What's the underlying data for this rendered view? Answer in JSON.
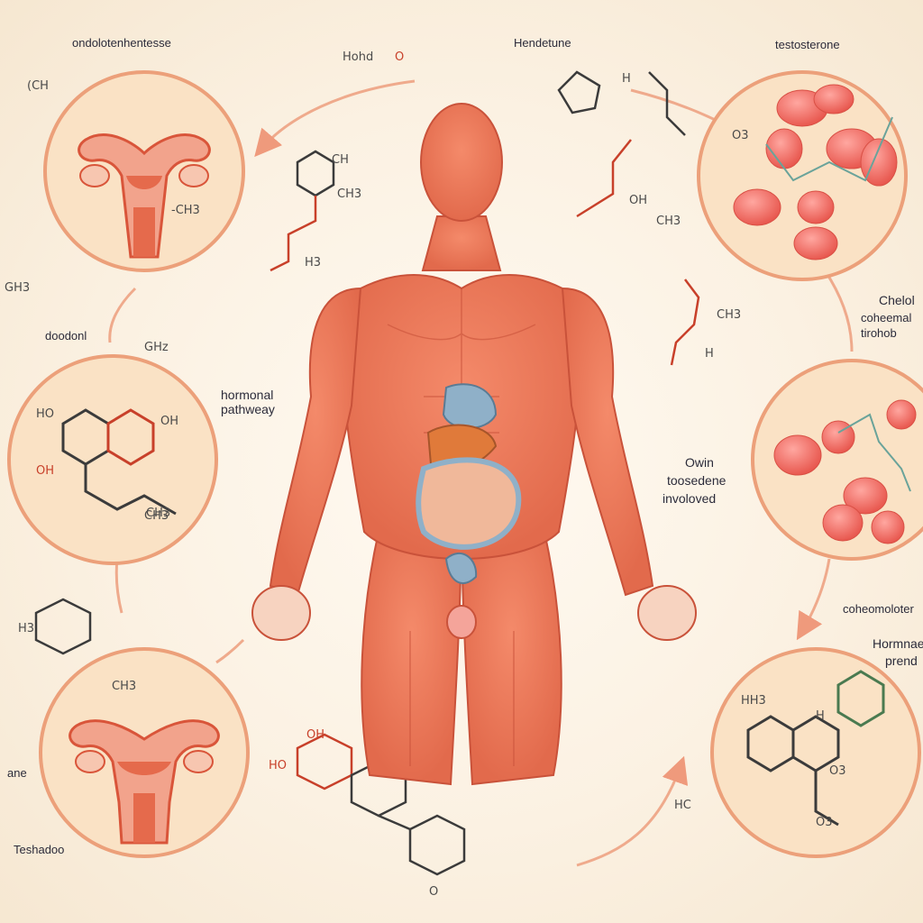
{
  "labels": {
    "top_left": "ondolotenhentesse",
    "top_center": "Hendetune",
    "top_right": "testosterone",
    "left_mid": "doodonl",
    "center_left": "hormonal\npathweay",
    "right_mid_a": "Owin",
    "right_mid_b": "toosedene",
    "right_mid_c": "involoved",
    "right_upper_a": "Chelol",
    "right_upper_b": "coheemal",
    "right_upper_c": "tirohob",
    "right_lower": "coheomoloter",
    "right_bottom_a": "Hormnae",
    "right_bottom_b": "prend",
    "bottom_left": "Teshadoo",
    "left_lower": "ane"
  },
  "chem_text": {
    "t1": "(CH",
    "t2": "Hohd",
    "t3": "O",
    "t4": "CH",
    "t5": "CH3",
    "t6": "H3",
    "t7": "OH",
    "t8": "CH3",
    "t9": "CH3",
    "t10": "H",
    "t11": "H",
    "t12": "OH",
    "t13": "HO",
    "t14": "OH",
    "t15": "GH3",
    "t16": "CH3",
    "t17": "GHz",
    "t18": "HO",
    "t19": "OH",
    "t20": "CH3",
    "t21": "O",
    "t22": "HH3",
    "t23": "H",
    "t24": "O3",
    "t25": "HC",
    "t26": "O3",
    "t27": "O3",
    "t28": "CH3",
    "t29": "-CH3",
    "t30": "H3"
  },
  "colors": {
    "muscle": "#ec7a5c",
    "muscle_dark": "#c9523a",
    "circle_fill": "#fae3c8",
    "circle_stroke": "#eca07a",
    "arrow": "#ef9a7c",
    "organ_blue": "#8fb0c8",
    "organ_orange": "#e07a3a",
    "cell_red": "#ef6f6a"
  }
}
